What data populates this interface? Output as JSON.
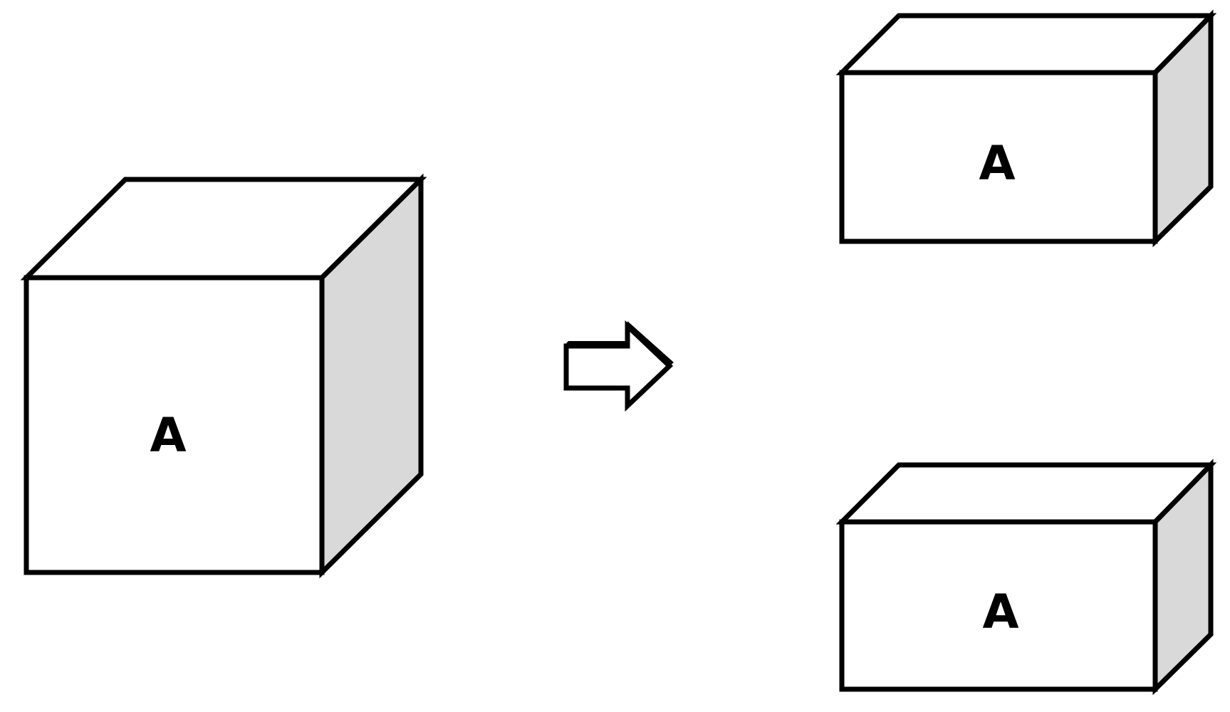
{
  "diagram": {
    "source_box": {
      "label": "A"
    },
    "arrow": {
      "direction": "right"
    },
    "result_boxes": [
      {
        "label": "A"
      },
      {
        "label": "A"
      }
    ]
  },
  "colors": {
    "outline": "#000000",
    "face": "#ffffff",
    "side_face": "#d9d9d9"
  }
}
